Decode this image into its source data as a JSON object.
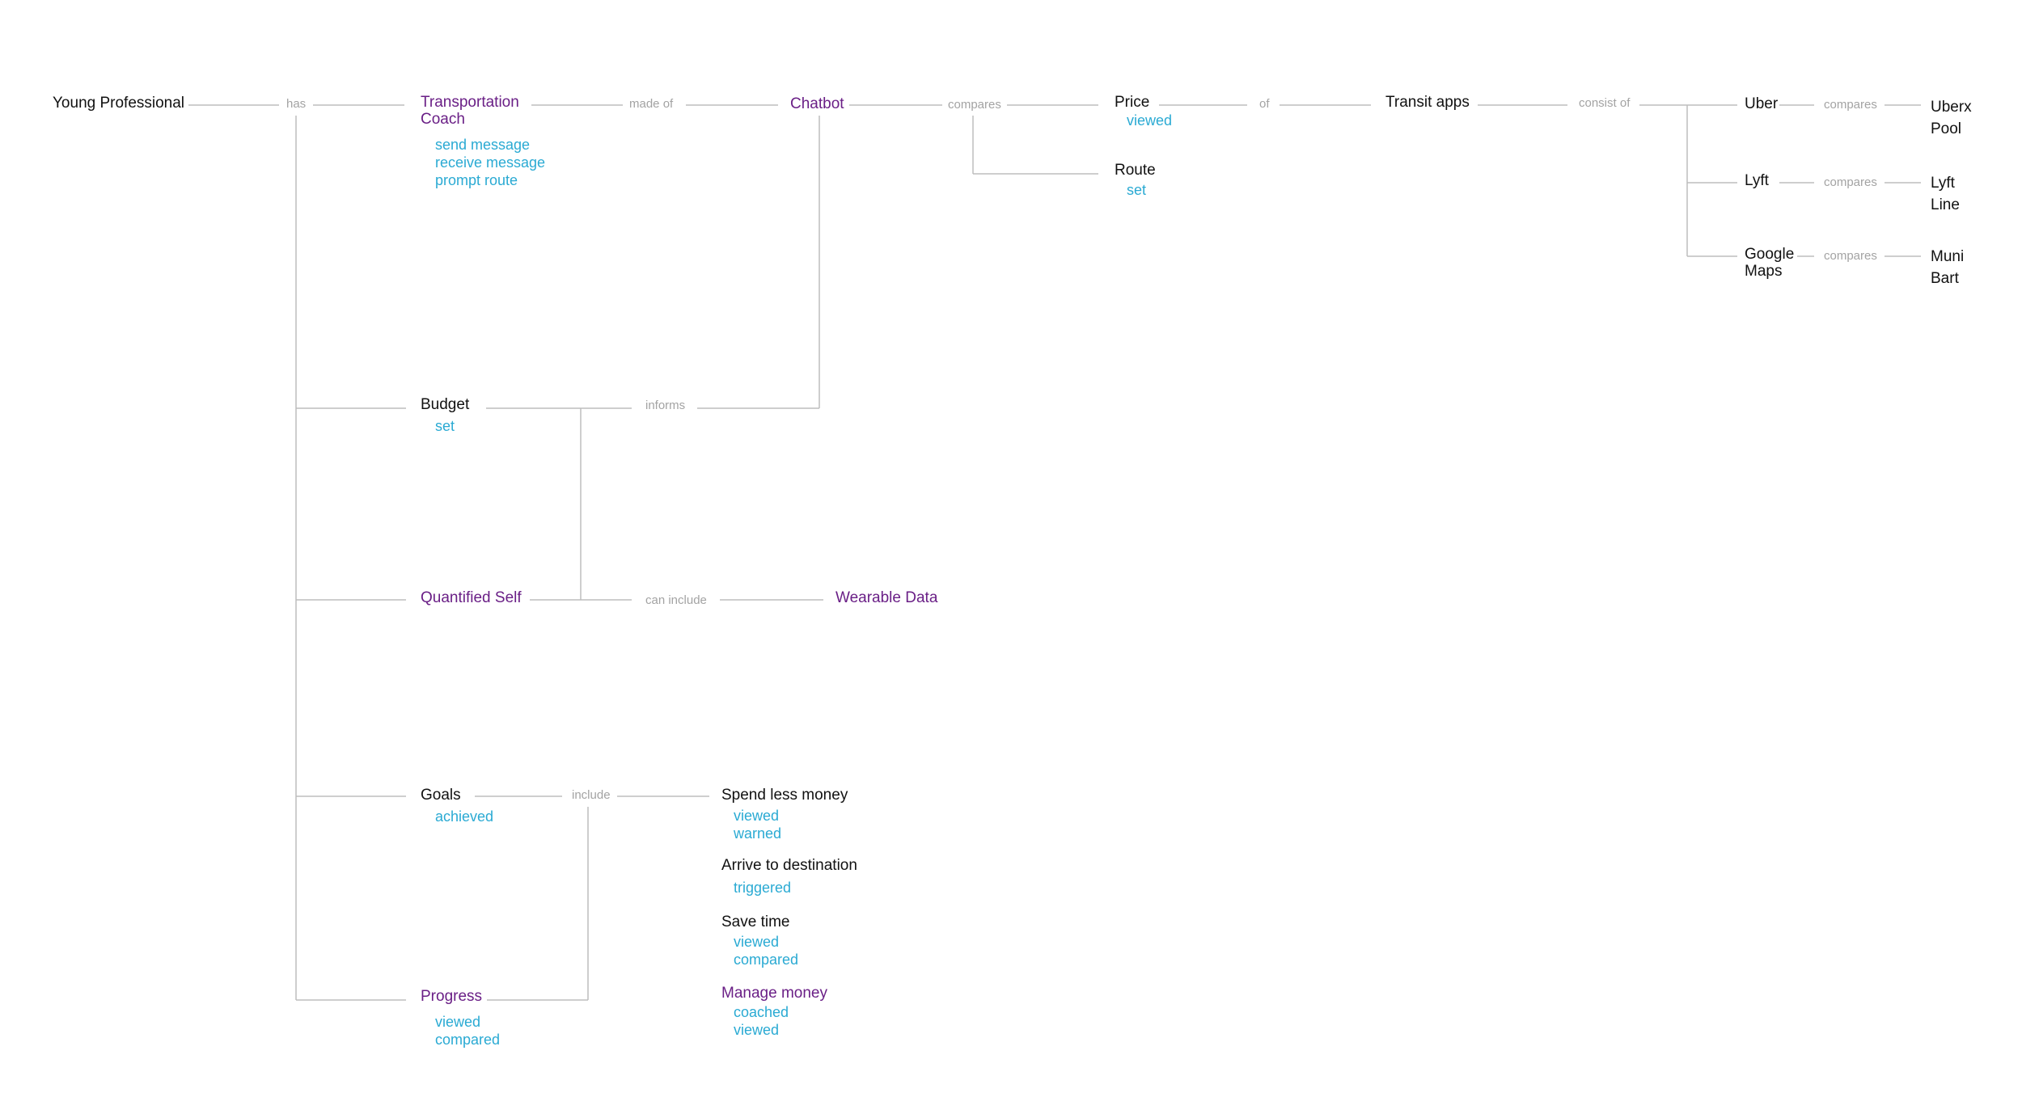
{
  "colors": {
    "entity": "#111111",
    "purple_entity": "#6a1f86",
    "action": "#2aaad3",
    "relation": "#a3a3a3",
    "connector": "#bdbdbd"
  },
  "nodes": {
    "young_professional": "Young Professional",
    "transportation_coach": [
      "Transportation",
      "Coach"
    ],
    "chatbot": "Chatbot",
    "price": "Price",
    "route": "Route",
    "transit_apps": "Transit apps",
    "uber": "Uber",
    "lyft": "Lyft",
    "google_maps": [
      "Google",
      "Maps"
    ],
    "uberx_pool": [
      "Uberx",
      "Pool"
    ],
    "lyft_line": [
      "Lyft",
      "Line"
    ],
    "muni_bart": [
      "Muni",
      "Bart"
    ],
    "budget": "Budget",
    "quantified_self": "Quantified Self",
    "wearable_data": "Wearable Data",
    "goals": "Goals",
    "progress": "Progress",
    "spend_less_money": "Spend less money",
    "arrive_to_destination": "Arrive to destination",
    "save_time": "Save time",
    "manage_money": "Manage money"
  },
  "actions": {
    "transportation_coach": [
      "send message",
      "receive message",
      "prompt route"
    ],
    "price": [
      "viewed"
    ],
    "route": [
      "set"
    ],
    "budget": [
      "set"
    ],
    "goals": [
      "achieved"
    ],
    "progress": [
      "viewed",
      "compared"
    ],
    "spend_less_money": [
      "viewed",
      "warned"
    ],
    "arrive_to_destination": [
      "triggered"
    ],
    "save_time": [
      "viewed",
      "compared"
    ],
    "manage_money": [
      "coached",
      "viewed"
    ]
  },
  "relations": {
    "has": "has",
    "made_of": "made of",
    "compares": "compares",
    "of": "of",
    "consist_of": "consist of",
    "compares_uber": "compares",
    "compares_lyft": "compares",
    "compares_google": "compares",
    "informs": "informs",
    "can_include": "can include",
    "include": "include"
  }
}
